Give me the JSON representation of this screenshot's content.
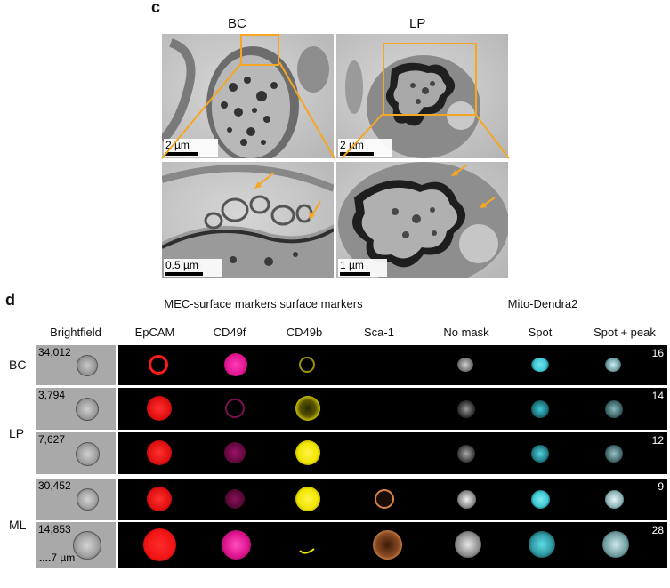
{
  "panel_c": {
    "letter": "c",
    "col_labels": [
      "BC",
      "LP"
    ],
    "scale_labels": [
      "2 µm",
      "2 µm",
      "0.5 µm",
      "1 µm"
    ],
    "inset_color": "#f5a623"
  },
  "panel_d": {
    "letter": "d",
    "group1": "MEC-surface markers surface markers",
    "group2": "Mito-Dendra2",
    "columns": [
      "Brightfield",
      "EpCAM",
      "CD49f",
      "CD49b",
      "Sca-1",
      "No mask",
      "Spot",
      "Spot + peak"
    ],
    "row_groups": [
      "BC",
      "LP",
      "ML"
    ],
    "rows": [
      {
        "count": "34,012",
        "spot_count": "16"
      },
      {
        "count": "3,794",
        "spot_count": "14"
      },
      {
        "count": "7,627",
        "spot_count": "12"
      },
      {
        "count": "30,452",
        "spot_count": "9"
      },
      {
        "count": "14,853",
        "spot_count": "28"
      }
    ],
    "scale_label": "7 µm",
    "colors": {
      "epcam": "#ff1a1a",
      "cd49f": "#e0158f",
      "cd49b": "#f2e600",
      "sca1": "#d9834a",
      "spot": "#3fc9d6"
    }
  }
}
